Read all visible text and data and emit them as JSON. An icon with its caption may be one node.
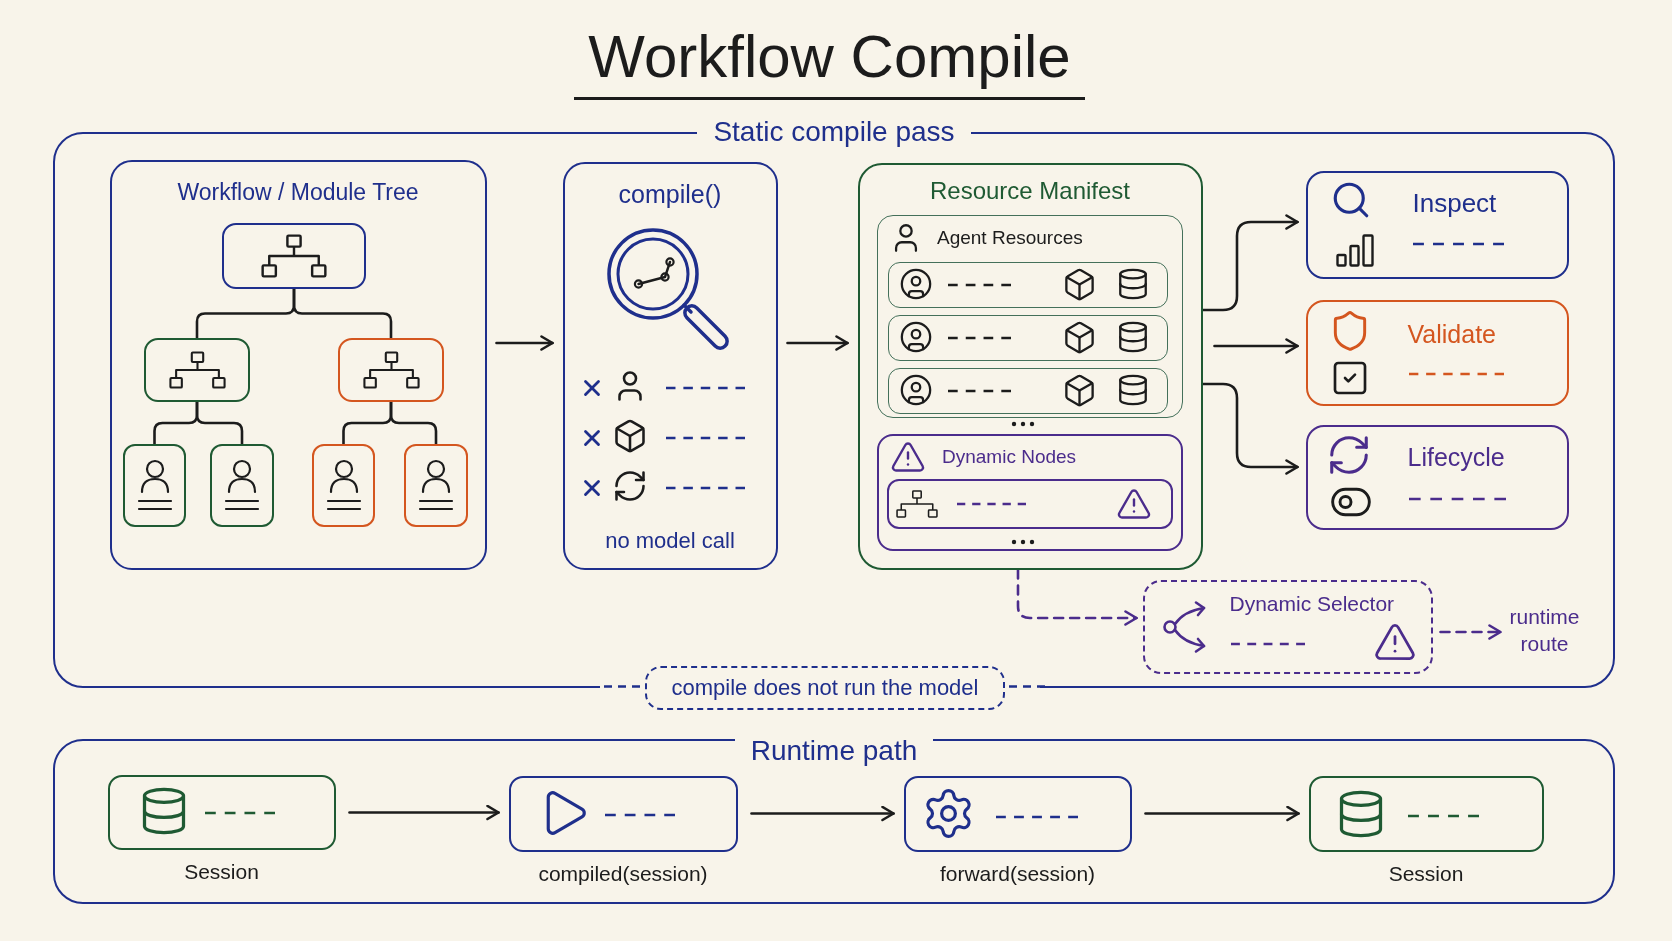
{
  "diagram": {
    "title": "Workflow Compile",
    "nodes": [
      {
        "text": [
          "Static compile pass"
        ]
      },
      {
        "text": [
          "Workflow / Module Tree"
        ],
        "in": 0
      },
      {
        "text": [],
        "shape": "box",
        "in": 1
      },
      {
        "text": [],
        "shape": "box",
        "in": 1
      },
      {
        "text": [],
        "shape": "box",
        "in": 1
      },
      {
        "text": [],
        "shape": "box",
        "in": 1
      },
      {
        "text": [],
        "shape": "box",
        "in": 1
      },
      {
        "text": [],
        "shape": "box",
        "in": 1
      },
      {
        "text": [],
        "shape": "box",
        "in": 1
      },
      {
        "text": [
          "compile()",
          "no model call"
        ],
        "in": 0
      },
      {
        "text": [
          "Resource Manifest"
        ],
        "in": 0
      },
      {
        "text": [
          "Agent Resources"
        ],
        "in": 10
      },
      {
        "text": [],
        "shape": "box",
        "in": 11
      },
      {
        "text": [],
        "shape": "box",
        "in": 11
      },
      {
        "text": [],
        "shape": "box",
        "in": 11
      },
      {
        "text": [
          "Dynamic Nodes"
        ],
        "in": 10
      },
      {
        "text": [],
        "shape": "box",
        "in": 15
      },
      {
        "text": [
          "Inspect"
        ],
        "in": 0
      },
      {
        "text": [
          "Validate"
        ],
        "in": 0
      },
      {
        "text": [
          "Lifecycle"
        ],
        "in": 0
      },
      {
        "text": [
          "Dynamic Selector"
        ],
        "in": 0
      },
      {
        "text": [
          "runtime route"
        ],
        "in": 0
      },
      {
        "text": [
          "compile does not run the model"
        ]
      },
      {
        "text": [
          "Runtime path"
        ]
      },
      {
        "text": [],
        "shape": "box",
        "in": 23,
        "beside": [
          "Session"
        ]
      },
      {
        "text": [],
        "shape": "box",
        "in": 23,
        "beside": [
          "compiled(session)"
        ]
      },
      {
        "text": [],
        "shape": "box",
        "in": 23,
        "beside": [
          "forward(session)"
        ]
      },
      {
        "text": [],
        "shape": "box",
        "in": 23,
        "beside": [
          "Session"
        ]
      }
    ],
    "edges": [
      {
        "from": 1,
        "to": 9,
        "arrow": "to"
      },
      {
        "from": 9,
        "to": 10,
        "arrow": "to"
      },
      {
        "from": 10,
        "to": 17,
        "arrow": "to"
      },
      {
        "from": 10,
        "to": 18,
        "arrow": "to"
      },
      {
        "from": 10,
        "to": 19,
        "arrow": "to"
      },
      {
        "from": 10,
        "to": 20,
        "arrow": "to",
        "style": "dashed",
        "color": "#4b2c8c"
      },
      {
        "from": 20,
        "to": 21,
        "arrow": "to",
        "style": "dashed",
        "color": "#4b2c8c"
      },
      {
        "from": 2,
        "to": 3,
        "arrow": "none"
      },
      {
        "from": 2,
        "to": 4,
        "arrow": "none"
      },
      {
        "from": 3,
        "to": 5,
        "arrow": "none"
      },
      {
        "from": 3,
        "to": 6,
        "arrow": "none"
      },
      {
        "from": 4,
        "to": 7,
        "arrow": "none"
      },
      {
        "from": 4,
        "to": 8,
        "arrow": "none"
      },
      {
        "from": 24,
        "to": 25,
        "arrow": "to"
      },
      {
        "from": 25,
        "to": 26,
        "arrow": "to"
      },
      {
        "from": 26,
        "to": 27,
        "arrow": "to"
      }
    ]
  }
}
